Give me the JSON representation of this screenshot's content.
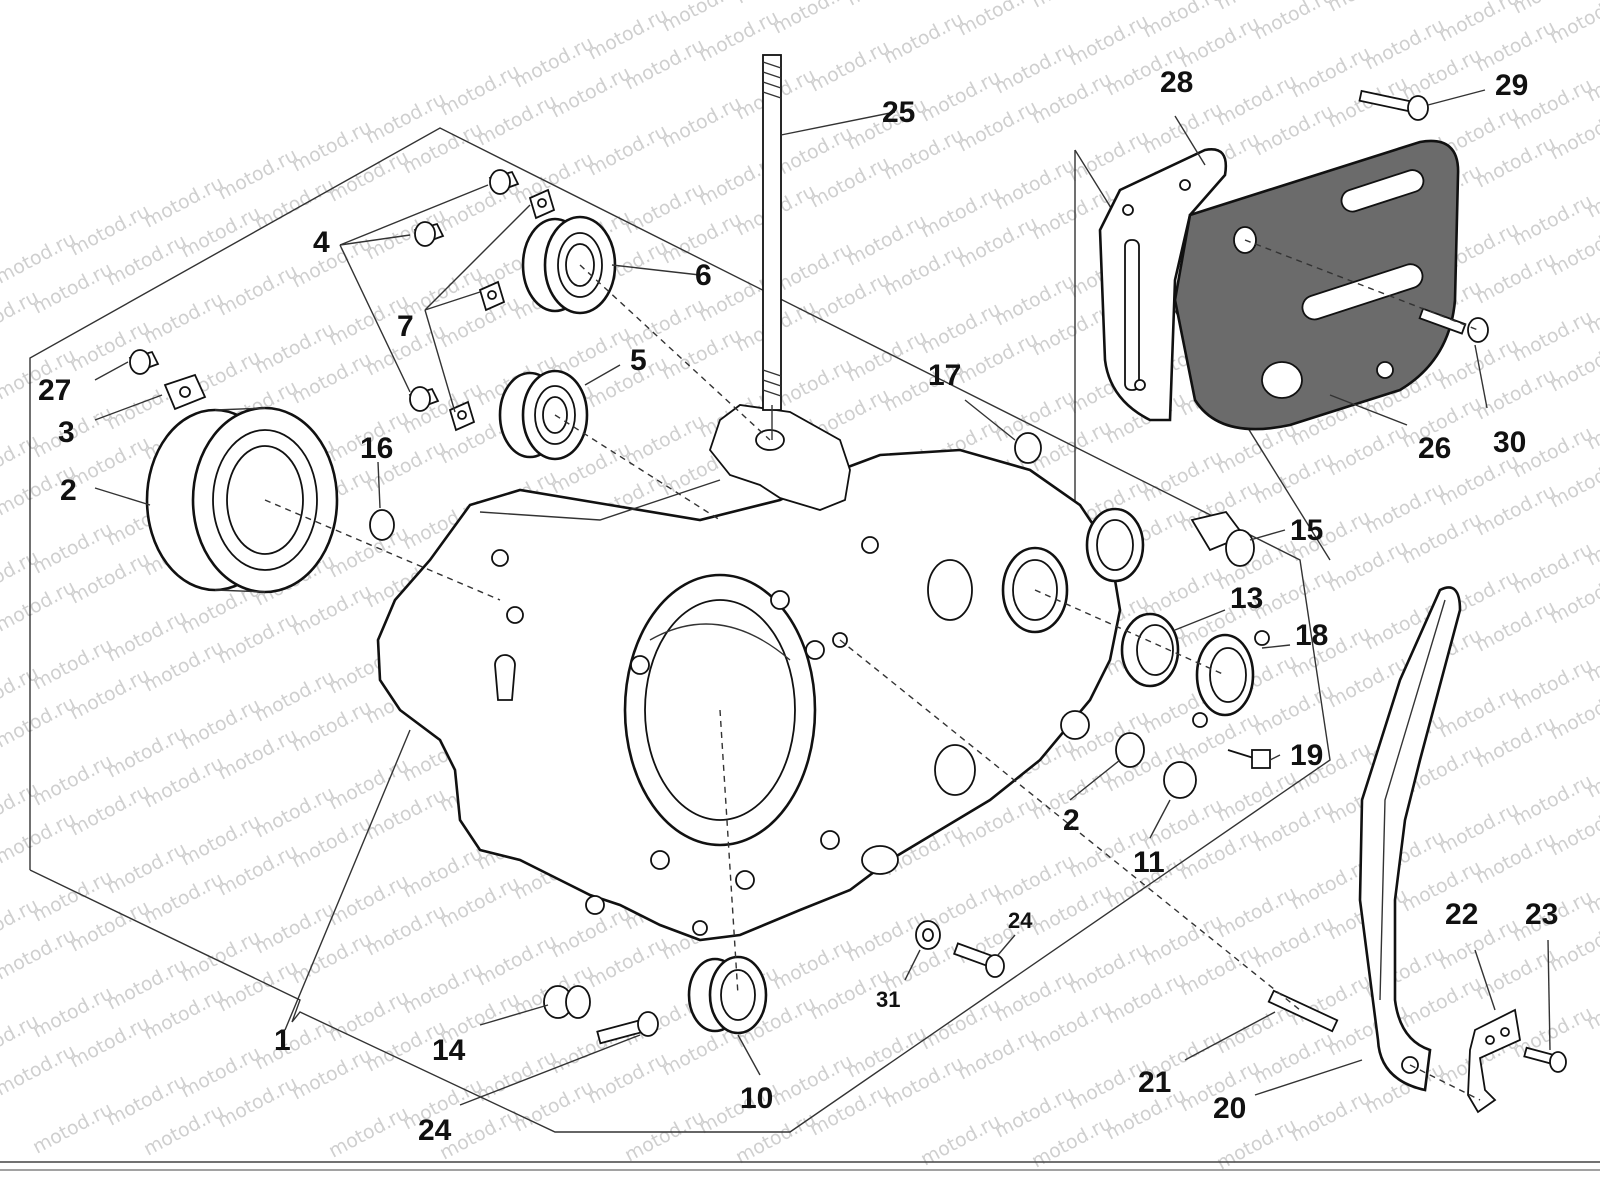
{
  "diagram": {
    "watermark_text": "motod.ru",
    "callouts": [
      {
        "id": "c1",
        "label": "1"
      },
      {
        "id": "c2a",
        "label": "2"
      },
      {
        "id": "c2b",
        "label": "2"
      },
      {
        "id": "c3",
        "label": "3"
      },
      {
        "id": "c4",
        "label": "4"
      },
      {
        "id": "c5",
        "label": "5"
      },
      {
        "id": "c6",
        "label": "6"
      },
      {
        "id": "c7",
        "label": "7"
      },
      {
        "id": "c10",
        "label": "10"
      },
      {
        "id": "c11",
        "label": "11"
      },
      {
        "id": "c13",
        "label": "13"
      },
      {
        "id": "c14",
        "label": "14"
      },
      {
        "id": "c15",
        "label": "15"
      },
      {
        "id": "c16",
        "label": "16"
      },
      {
        "id": "c17",
        "label": "17"
      },
      {
        "id": "c18",
        "label": "18"
      },
      {
        "id": "c19",
        "label": "19"
      },
      {
        "id": "c20",
        "label": "20"
      },
      {
        "id": "c21",
        "label": "21"
      },
      {
        "id": "c22",
        "label": "22"
      },
      {
        "id": "c23",
        "label": "23"
      },
      {
        "id": "c24a",
        "label": "24"
      },
      {
        "id": "c24b",
        "label": "24"
      },
      {
        "id": "c25",
        "label": "25"
      },
      {
        "id": "c26",
        "label": "26"
      },
      {
        "id": "c27",
        "label": "27"
      },
      {
        "id": "c28",
        "label": "28"
      },
      {
        "id": "c29",
        "label": "29"
      },
      {
        "id": "c30",
        "label": "30"
      },
      {
        "id": "c31",
        "label": "31"
      }
    ]
  }
}
